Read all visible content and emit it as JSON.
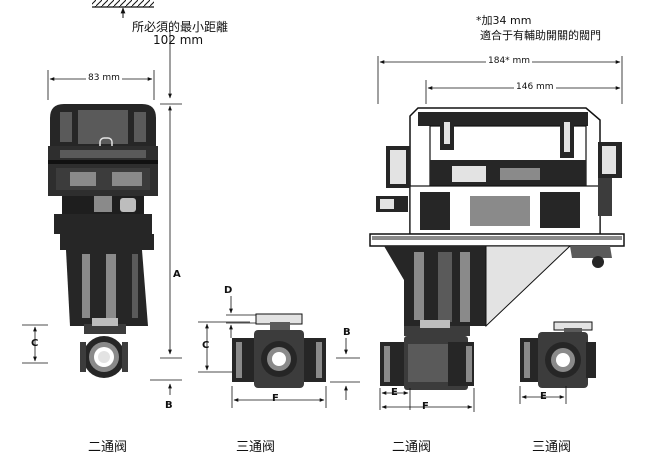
{
  "clearance": {
    "label": "所必須的最小距離",
    "value": "102 mm"
  },
  "footnote": {
    "line1": "*加34 mm",
    "line2": "適合于有輔助開關的閥門"
  },
  "dimensions": {
    "width_83": "83 mm",
    "width_184": "184* mm",
    "width_146": "146 mm"
  },
  "letters": {
    "A": "A",
    "B": "B",
    "C": "C",
    "D": "D",
    "E": "E",
    "F": "F"
  },
  "captions": [
    "二通阀",
    "三通阀",
    "二通阀",
    "三通阀"
  ],
  "colors": {
    "ink": "#111111",
    "body": "#262626",
    "mid": "#5a5a5a",
    "light": "#bdbdbd",
    "pale": "#e3e3e3"
  }
}
